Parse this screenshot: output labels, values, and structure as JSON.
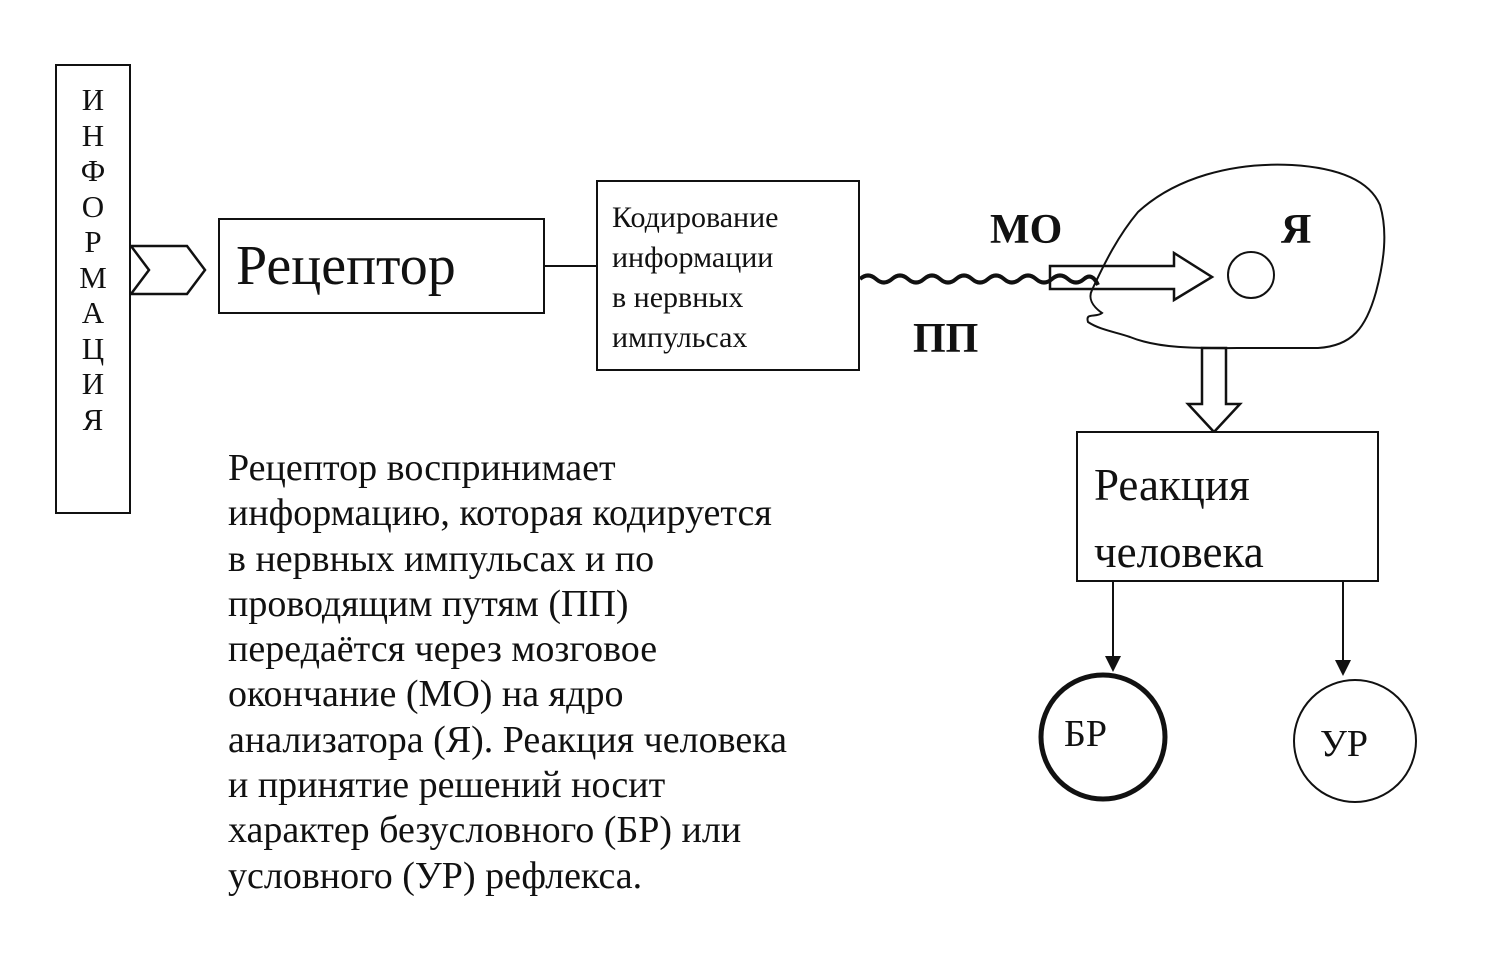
{
  "info_letters": [
    "И",
    "Н",
    "Ф",
    "О",
    "Р",
    "М",
    "А",
    "Ц",
    "И",
    "Я"
  ],
  "receptor_label": "Рецептор",
  "coding_lines": [
    "Кодирование",
    "информации",
    "в нервных",
    "импульсах"
  ],
  "labels": {
    "mo": "МО",
    "ya": "Я",
    "pp": "ПП"
  },
  "reaction_lines": [
    "Реакция",
    "человека"
  ],
  "reflexes": {
    "br": "БР",
    "ur": "УР"
  },
  "description_lines": [
    "Рецептор воспринимает",
    "информацию, которая  кодируется",
    "в нервных импульсах и по",
    "проводящим путям (ПП)",
    "передаётся через мозговое",
    "окончание (МО) на ядро",
    "анализатора (Я). Реакция человека",
    "и принятие решений носит",
    "характер безусловного (БР) или",
    "условного (УР) рефлекса."
  ]
}
